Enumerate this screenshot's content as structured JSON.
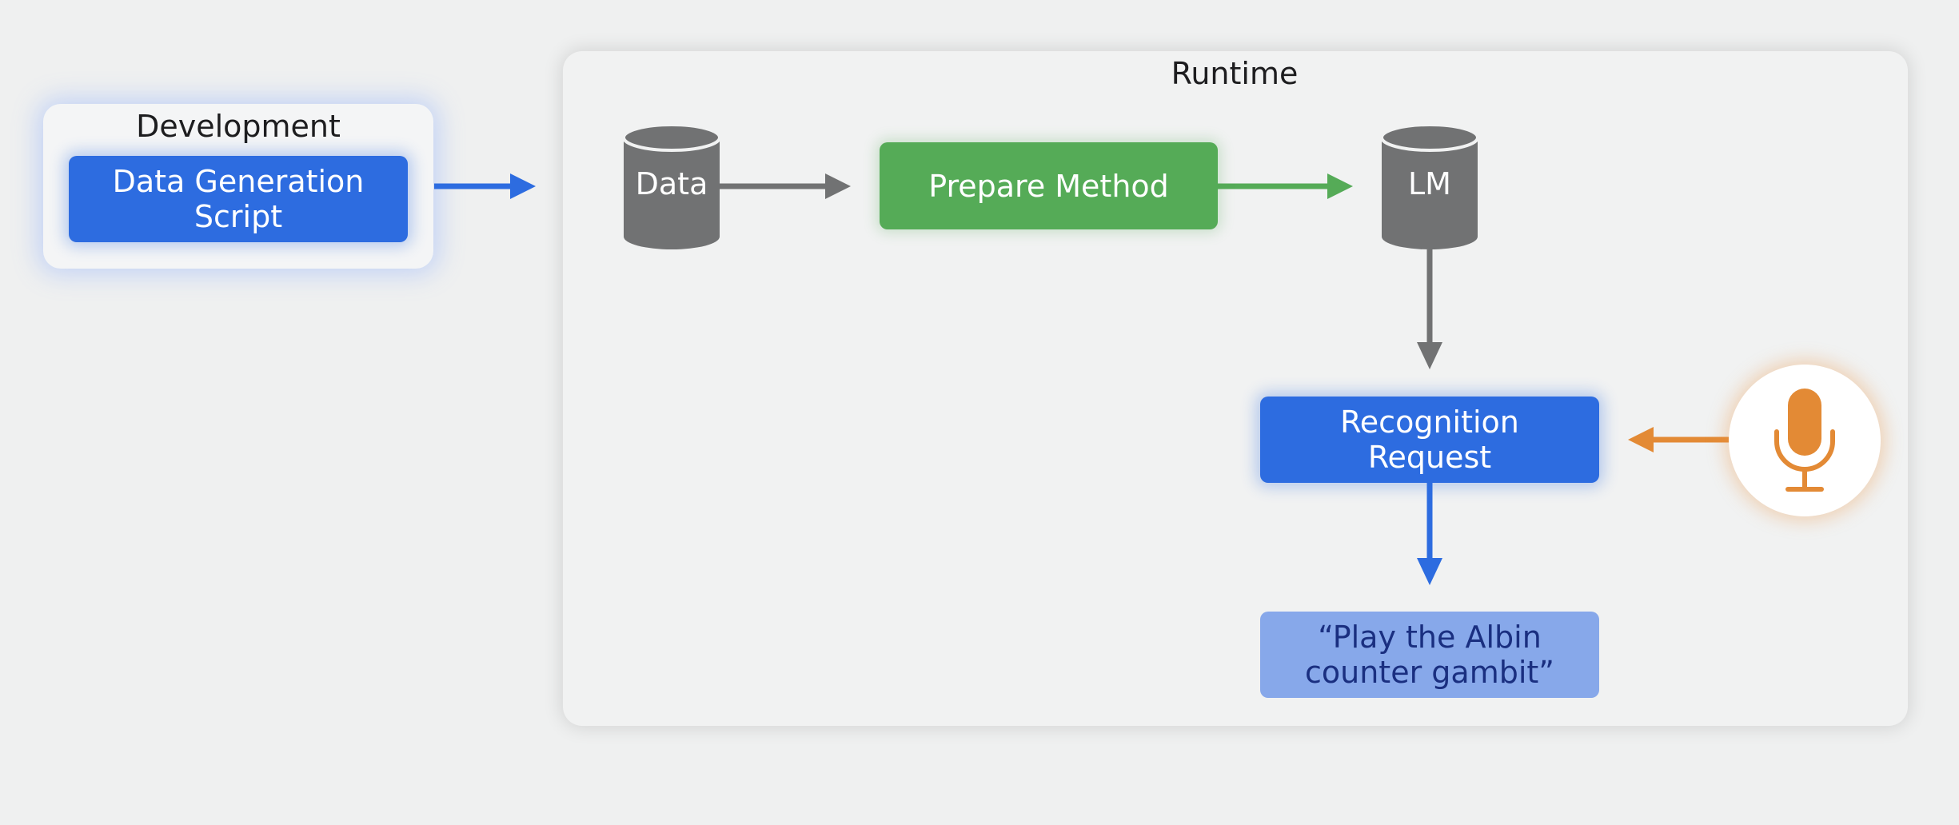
{
  "development": {
    "title": "Development",
    "script_label_line1": "Data Generation",
    "script_label_line2": "Script"
  },
  "runtime": {
    "title": "Runtime",
    "data_label": "Data",
    "prepare_label": "Prepare Method",
    "lm_label": "LM",
    "recognition_line1": "Recognition",
    "recognition_line2": "Request",
    "output_line1": "“Play the Albin",
    "output_line2": "counter gambit”"
  },
  "colors": {
    "blue": "#2d6ce0",
    "green": "#55ab57",
    "gray": "#717273",
    "orange": "#e38a35",
    "light_blue": "#87a8ea"
  },
  "icons": {
    "database": "database-icon",
    "microphone": "microphone-icon"
  }
}
